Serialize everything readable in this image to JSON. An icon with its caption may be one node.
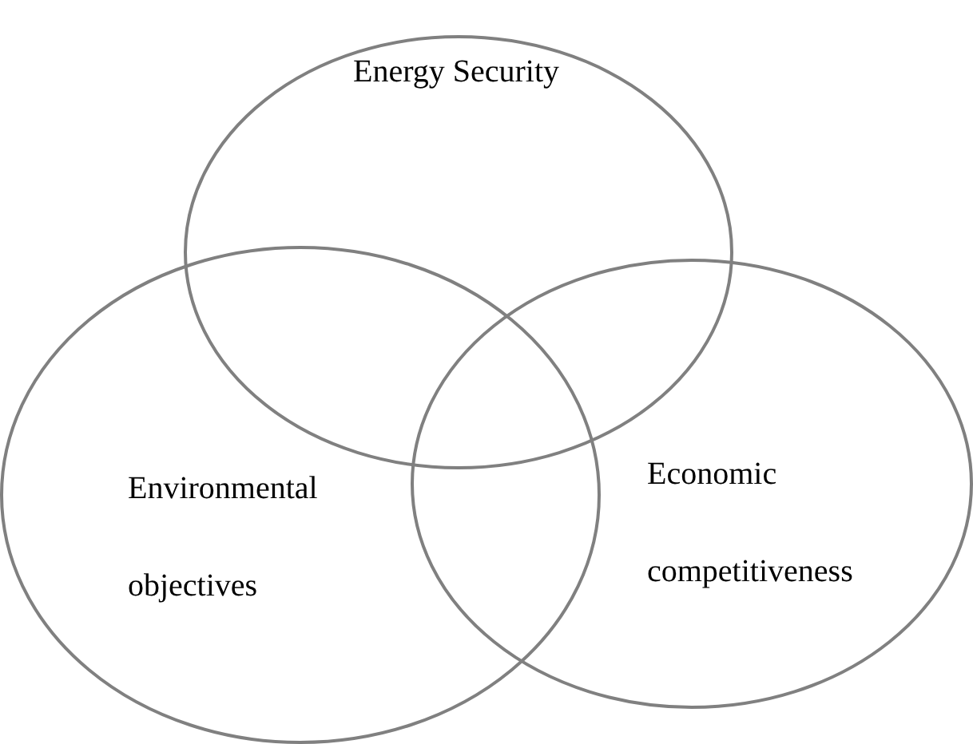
{
  "diagram": {
    "nodes": [
      {
        "text": [
          "Energy Security"
        ]
      },
      {
        "text": [
          "Environmental objectives"
        ]
      },
      {
        "text": [
          "Economic competitiveness"
        ]
      }
    ]
  }
}
